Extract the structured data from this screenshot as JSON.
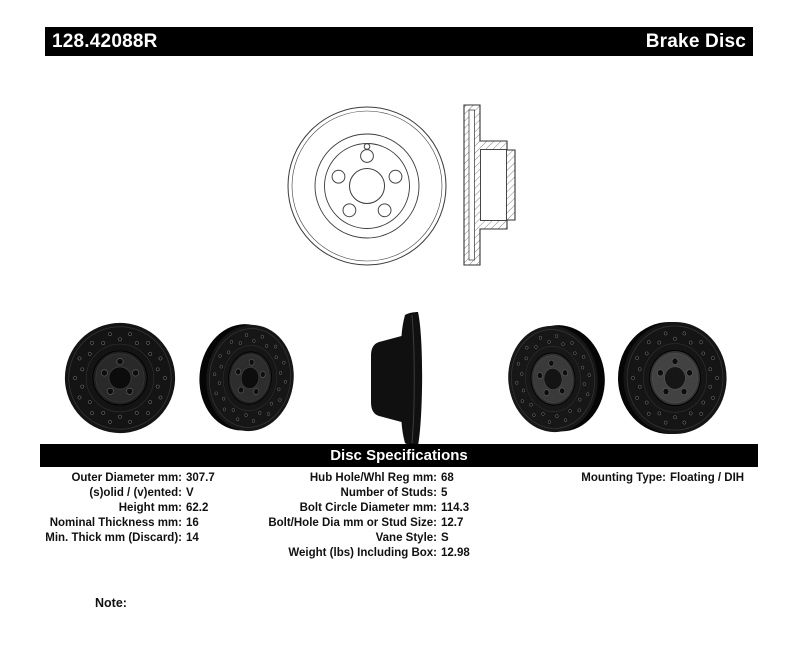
{
  "header": {
    "part_number": "128.42088R",
    "product_type": "Brake Disc"
  },
  "spec_section": {
    "title": "Disc Specifications"
  },
  "specs_left": [
    {
      "label": "Outer Diameter mm:",
      "value": "307.7"
    },
    {
      "label": "(s)olid / (v)ented:",
      "value": "V"
    },
    {
      "label": "Height mm:",
      "value": "62.2"
    },
    {
      "label": "Nominal Thickness mm:",
      "value": "16"
    },
    {
      "label": "Min. Thick mm (Discard):",
      "value": "14"
    }
  ],
  "specs_mid": [
    {
      "label": "Hub Hole/Whl Reg mm:",
      "value": "68"
    },
    {
      "label": "Number of Studs:",
      "value": "5"
    },
    {
      "label": "Bolt Circle Diameter mm:",
      "value": "114.3"
    },
    {
      "label": "Bolt/Hole Dia mm or Stud Size:",
      "value": "12.7"
    },
    {
      "label": "Vane Style:",
      "value": "S"
    },
    {
      "label": "Weight (lbs) Including Box:",
      "value": "12.98"
    }
  ],
  "specs_right": [
    {
      "label": "Mounting Type:",
      "value": "Floating / DIH"
    }
  ],
  "note": {
    "label": "Note:"
  },
  "colors": {
    "bar_background": "#000000",
    "bar_text": "#ffffff"
  }
}
